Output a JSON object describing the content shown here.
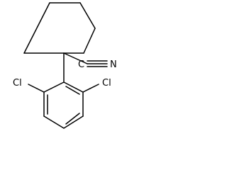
{
  "molecule": {
    "atom_labels": {
      "chlorine_left": "Cl",
      "chlorine_right": "Cl",
      "nitrile_carbon": "C",
      "nitrile_nitrogen": "N"
    },
    "colors": {
      "bond": "#000000",
      "text": "#000000",
      "background": "#ffffff"
    }
  }
}
